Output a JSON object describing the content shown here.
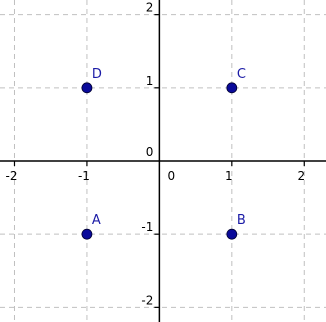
{
  "chart_data": {
    "type": "scatter",
    "xlim": [
      -2.2,
      2.3
    ],
    "ylim": [
      -2.2,
      2.2
    ],
    "grid": true,
    "x_ticks": [
      "-2",
      "-1",
      "0",
      "1",
      "2"
    ],
    "y_ticks": [
      "-2",
      "-1",
      "0",
      "1",
      "2"
    ],
    "origin_label": "0",
    "points": [
      {
        "label": "A",
        "x": -1,
        "y": -1
      },
      {
        "label": "B",
        "x": 1,
        "y": -1
      },
      {
        "label": "C",
        "x": 1,
        "y": 1
      },
      {
        "label": "D",
        "x": -1,
        "y": 1
      }
    ],
    "point_color": "#0a0a9a",
    "label_color": "#1a1aa6",
    "grid_color": "#c0c0c0"
  }
}
